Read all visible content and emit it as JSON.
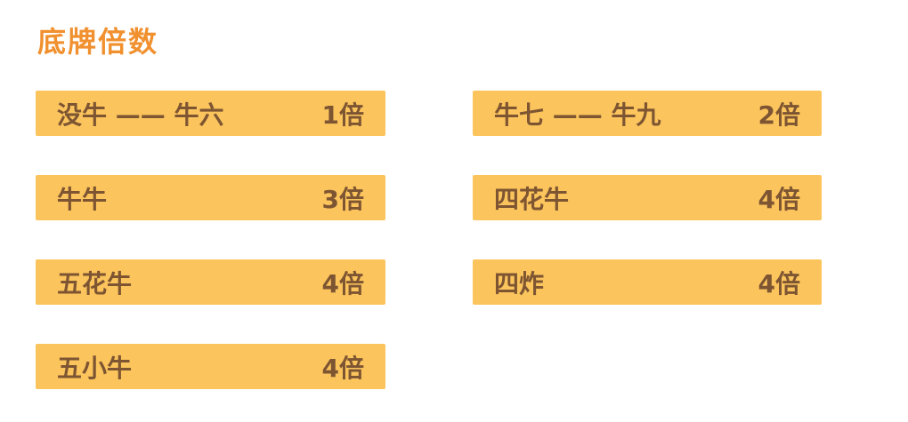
{
  "theme": {
    "title_color": "#F1902E",
    "bar_color": "#FBC45C",
    "text_color": "#7D5532",
    "background_color": "#FFFFFF"
  },
  "page": {
    "title": "底牌倍数"
  },
  "multipliers": {
    "left_column": [
      {
        "label": "没牛 —— 牛六",
        "value": "1倍"
      },
      {
        "label": "牛牛",
        "value": "3倍"
      },
      {
        "label": "五花牛",
        "value": "4倍"
      },
      {
        "label": "五小牛",
        "value": "4倍"
      }
    ],
    "right_column": [
      {
        "label": "牛七 —— 牛九",
        "value": "2倍"
      },
      {
        "label": "四花牛",
        "value": "4倍"
      },
      {
        "label": "四炸",
        "value": "4倍"
      }
    ]
  }
}
